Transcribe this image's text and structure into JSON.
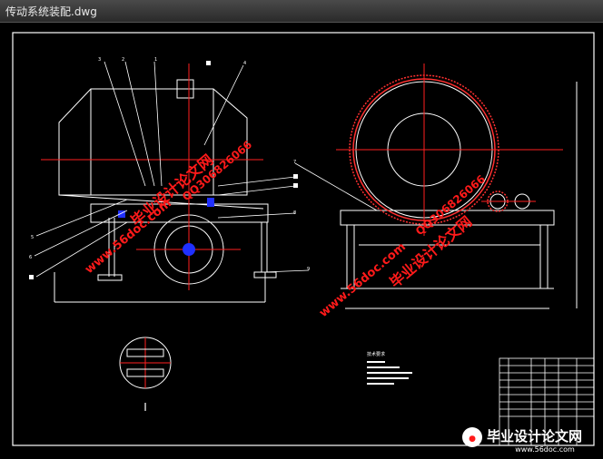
{
  "window": {
    "title": "传动系统装配.dwg"
  },
  "drawing": {
    "detail_label": "I",
    "tech_requirements_title": "技术要求",
    "balloons_left": [
      "3",
      "2",
      "1",
      "",
      "4",
      "5",
      "6",
      ""
    ],
    "balloons_right": [
      "7",
      "",
      "",
      "8",
      "9"
    ]
  },
  "watermarks": {
    "site": "www.56doc.com",
    "brand": "毕业设计论文网",
    "qq": "QQ306826066",
    "footer_brand": "毕业设计论文网",
    "footer_site": "www.56doc.com"
  },
  "colors": {
    "frame": "#ffffff",
    "center_line": "#ff2020",
    "accent_blue": "#2030ff",
    "watermark_red": "#ff1a1a",
    "gear": "#ff3030"
  }
}
